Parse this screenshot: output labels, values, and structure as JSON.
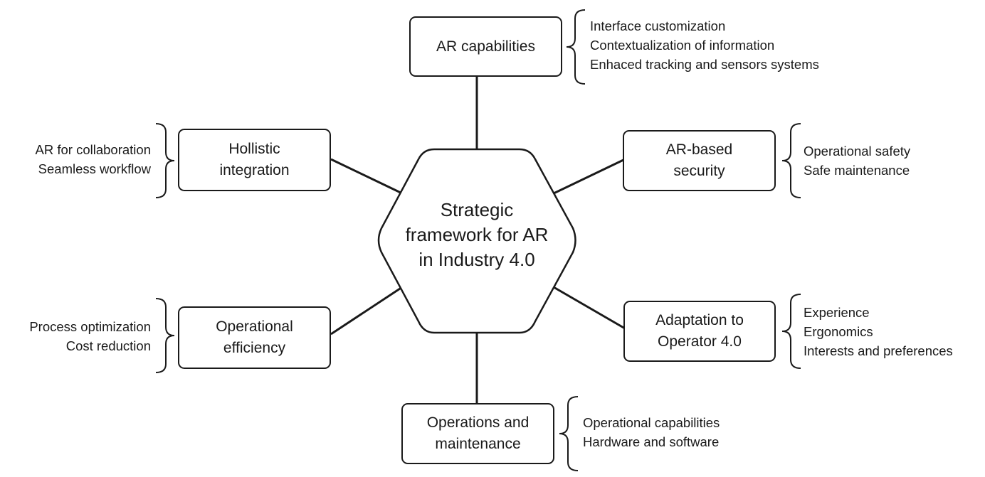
{
  "center": {
    "lines": [
      "Strategic",
      "framework for AR",
      "in Industry 4.0"
    ]
  },
  "nodes": {
    "ar_capabilities": {
      "lines": [
        "AR capabilities"
      ],
      "items": [
        "Interface customization",
        "Contextualization of information",
        "Enhaced tracking and sensors systems"
      ]
    },
    "ar_security": {
      "lines": [
        "AR-based",
        "security"
      ],
      "items": [
        "Operational safety",
        "Safe maintenance"
      ]
    },
    "adaptation": {
      "lines": [
        "Adaptation to",
        "Operator 4.0"
      ],
      "items": [
        "Experience",
        "Ergonomics",
        "Interests and preferences"
      ]
    },
    "operations": {
      "lines": [
        "Operations and",
        "maintenance"
      ],
      "items": [
        "Operational capabilities",
        "Hardware and software"
      ]
    },
    "efficiency": {
      "lines": [
        "Operational",
        "efficiency"
      ],
      "items": [
        "Process optimization",
        "Cost reduction"
      ]
    },
    "integration": {
      "lines": [
        "Hollistic",
        "integration"
      ],
      "items": [
        "AR for collaboration",
        "Seamless workflow"
      ]
    }
  },
  "colors": {
    "stroke": "#1a1a1a",
    "background": "#ffffff"
  }
}
